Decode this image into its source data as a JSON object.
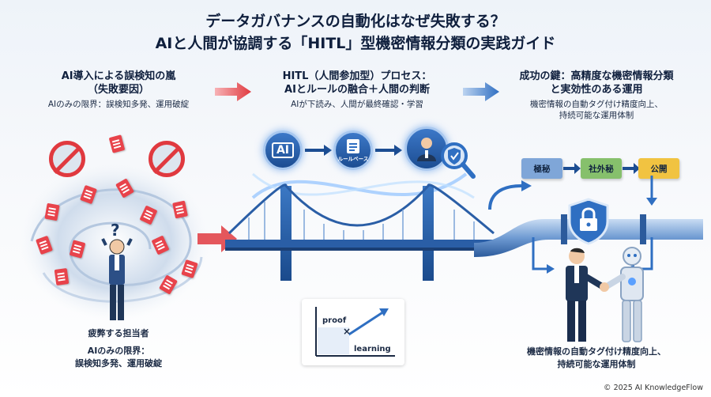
{
  "title_line1": "データガバナンスの自動化はなぜ失敗する？",
  "title_line2": "AIと人間が協調する「HITL」型機密情報分類の実践ガイド",
  "left": {
    "heading_line1": "AI導入による誤検知の嵐",
    "heading_line2": "（失敗要因）",
    "sub": "AIのみの限界：誤検知多発、運用破綻",
    "person_caption": "疲弊する担当者",
    "bottom_line1": "AIのみの限界：",
    "bottom_line2": "誤検知多発、運用破綻",
    "question_mark": "?"
  },
  "middle": {
    "heading_line1": "HITL（人間参加型）プロセス：",
    "heading_line2": "AIとルールの融合＋人間の判断",
    "sub": "AIが下読み、人間が最終確認・学習",
    "ai_node_label": "AI",
    "rule_node_label": "ルールベース",
    "chart_proof": "proof",
    "chart_learning": "learning",
    "chart_mark": "×"
  },
  "right": {
    "heading_line1": "成功の鍵：高精度な機密情報分類",
    "heading_line2": "と実効性のある運用",
    "sub_line1": "機密情報の自動タグ付け精度向上、",
    "sub_line2": "持続可能な運用体制",
    "tags": [
      "極秘",
      "社外秘",
      "公開"
    ],
    "bottom_line1": "機密情報の自動タグ付け精度向上、",
    "bottom_line2": "持続可能な運用体制"
  },
  "footer": "© 2025 AI KnowledgeFlow",
  "colors": {
    "red": "#e0393f",
    "blue": "#2f6fc2",
    "tag_secret": "#7fa6d8",
    "tag_internal": "#86c06c",
    "tag_public": "#f1c341"
  }
}
